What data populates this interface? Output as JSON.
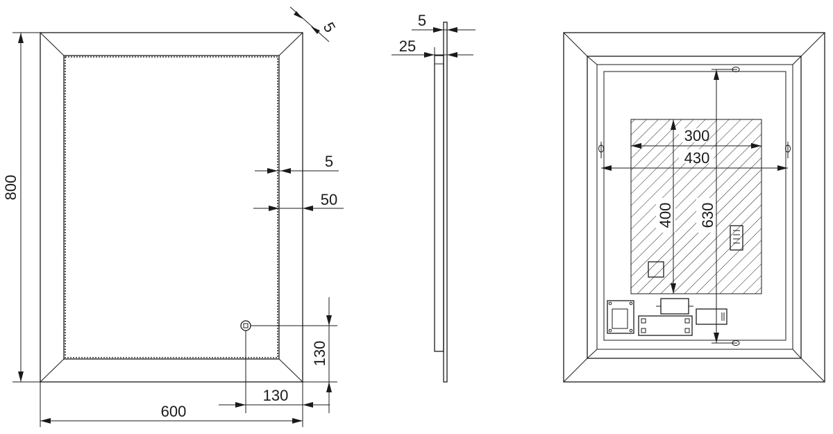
{
  "front_view": {
    "width_label": "600",
    "height_label": "800",
    "border_label": "5",
    "frame_label": "50",
    "corner_label": "5",
    "switch_x_label": "130",
    "switch_y_label": "130"
  },
  "side_view": {
    "glass_label": "5",
    "depth_label": "25"
  },
  "back_view": {
    "panel_width_label": "300",
    "bracket_span_label": "430",
    "panel_height_label": "400",
    "bracket_height_label": "630"
  }
}
